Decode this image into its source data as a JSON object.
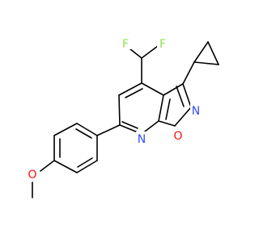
{
  "molecule": {
    "atom_labels": {
      "F1": "F",
      "F2": "F",
      "N_isoxazole": "N",
      "O_isoxazole": "O",
      "N_pyridine": "N",
      "O_methoxy": "O"
    },
    "colors": {
      "bond": "#000000",
      "fluorine": "#90E050",
      "nitrogen": "#3050F8",
      "oxygen": "#FF0D0D",
      "background": "#FFFFFF"
    }
  }
}
